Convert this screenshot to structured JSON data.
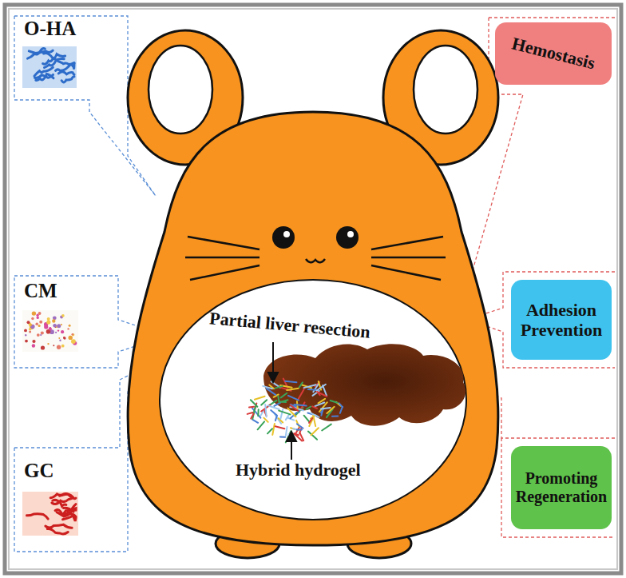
{
  "diagram": {
    "nodes": [
      {
        "text": [
          "O-HA"
        ]
      },
      {
        "text": [
          "CM"
        ]
      },
      {
        "text": [
          "GC"
        ]
      },
      {
        "text": [
          "Partial liver resection",
          "Hybrid hydrogel"
        ]
      },
      {
        "text": [
          "Hemostasis"
        ]
      },
      {
        "text": [
          "Adhesion Prevention"
        ]
      },
      {
        "text": [
          "Promoting Regeneration"
        ]
      }
    ],
    "edges": []
  }
}
